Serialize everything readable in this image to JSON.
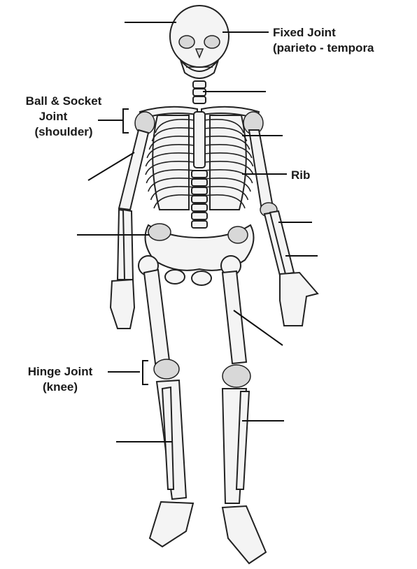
{
  "labels": {
    "fixed_joint": {
      "line1": "Fixed Joint",
      "line2": "(parieto - tempora"
    },
    "ball_socket": {
      "line1": "Ball & Socket",
      "line2": "Joint",
      "line3": "(shoulder)"
    },
    "rib": {
      "text": "Rib"
    },
    "hinge_joint": {
      "line1": "Hinge Joint",
      "line2": "(knee)"
    }
  },
  "colors": {
    "ink": "#1a1a1a",
    "bone_fill": "#f4f4f4",
    "shade": "#d8d8d8"
  }
}
